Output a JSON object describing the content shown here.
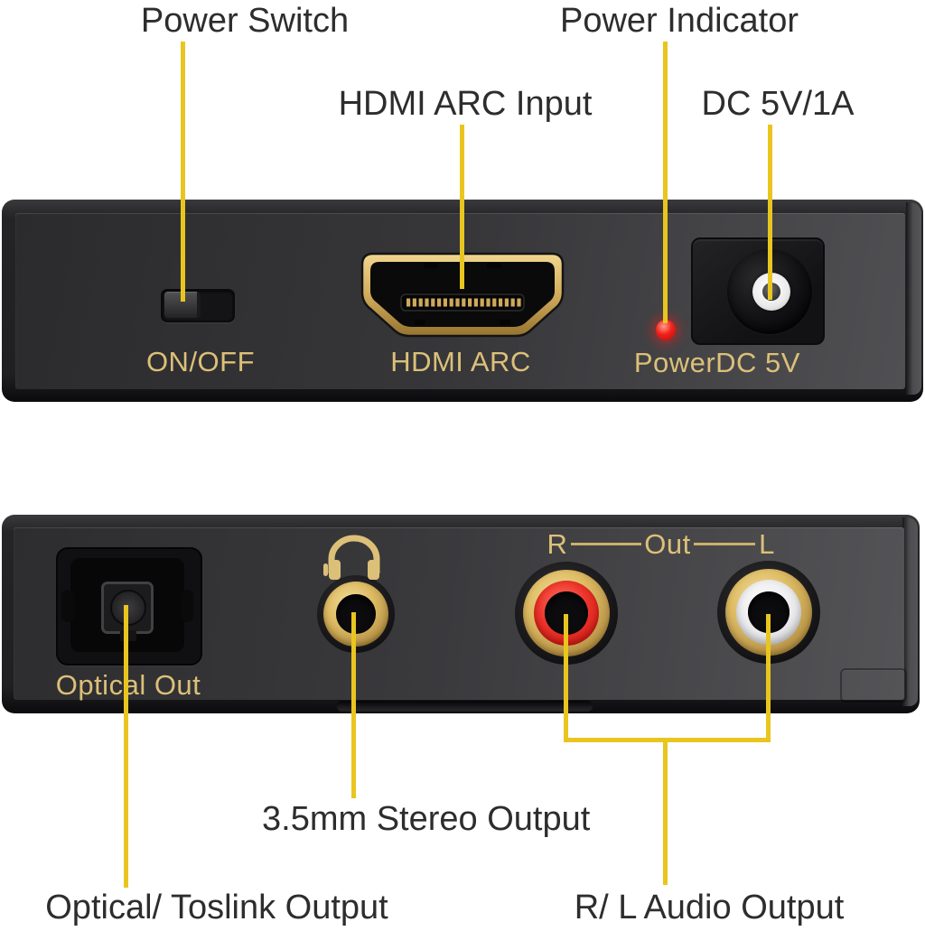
{
  "colors": {
    "callout_line": "#e9c51f",
    "panel_text_gold": "#dcc078",
    "callout_text": "#2d2d2d",
    "led_red": "#f02019",
    "rca_red_ring": "#ee352b",
    "rca_white_ring": "#eaeaec",
    "connector_gold": "#ddbb63",
    "panel_body": "#37373a"
  },
  "top_view": {
    "callout_power_switch": "Power Switch",
    "callout_power_indicator": "Power Indicator",
    "callout_hdmi_input": "HDMI ARC Input",
    "callout_dc_power": "DC 5V/1A",
    "label_switch": "ON/OFF",
    "label_hdmi": "HDMI ARC",
    "label_led": "Power",
    "label_dc": "DC 5V"
  },
  "bottom_view": {
    "label_optical": "Optical Out",
    "label_rca_right": "R",
    "label_rca_out": "Out",
    "label_rca_left": "L",
    "callout_stereo": "3.5mm Stereo Output",
    "callout_optical": "Optical/ Toslink Output",
    "callout_rca": "R/ L Audio Output"
  },
  "icons": {
    "headphone": "headphone-icon",
    "hdmi_port": "hdmi-port",
    "toslink_port": "toslink-port",
    "rca_right": "rca-jack-red",
    "rca_left": "rca-jack-white"
  }
}
